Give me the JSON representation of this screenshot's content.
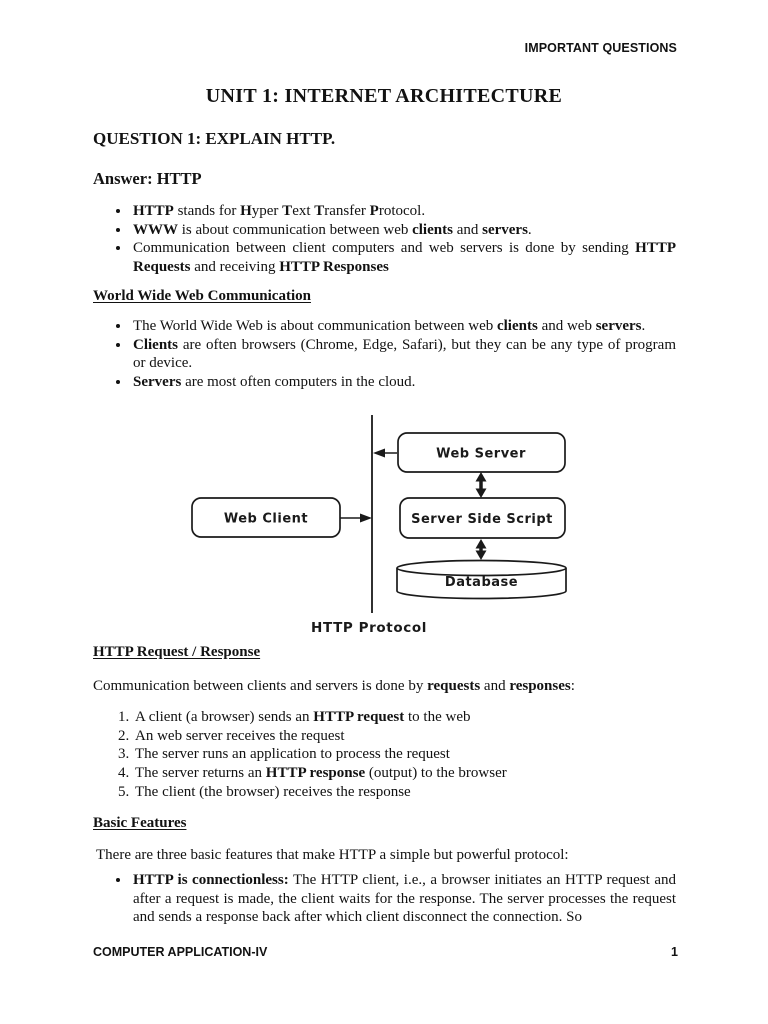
{
  "header": {
    "label": "IMPORTANT QUESTIONS"
  },
  "title": "UNIT 1: INTERNET ARCHITECTURE",
  "question_heading": "QUESTION 1: EXPLAIN HTTP.",
  "answer_heading": "Answer: HTTP",
  "intro_bullets": [
    {
      "segments": [
        {
          "text": "HTTP",
          "bold": true
        },
        {
          "text": " stands for ",
          "bold": false
        },
        {
          "text": "H",
          "bold": true
        },
        {
          "text": "yper ",
          "bold": false
        },
        {
          "text": "T",
          "bold": true
        },
        {
          "text": "ext ",
          "bold": false
        },
        {
          "text": "T",
          "bold": true
        },
        {
          "text": "ransfer ",
          "bold": false
        },
        {
          "text": "P",
          "bold": true
        },
        {
          "text": "rotocol.",
          "bold": false
        }
      ]
    },
    {
      "segments": [
        {
          "text": "WWW",
          "bold": true
        },
        {
          "text": " is about communication between web ",
          "bold": false
        },
        {
          "text": "clients",
          "bold": true
        },
        {
          "text": " and ",
          "bold": false
        },
        {
          "text": "servers",
          "bold": true
        },
        {
          "text": ".",
          "bold": false
        }
      ]
    },
    {
      "segments": [
        {
          "text": "Communication between client computers and web servers is done by sending ",
          "bold": false
        },
        {
          "text": "HTTP Requests",
          "bold": true
        },
        {
          "text": " and receiving ",
          "bold": false
        },
        {
          "text": "HTTP Responses",
          "bold": true
        }
      ]
    }
  ],
  "www_section": {
    "heading": "World Wide Web Communication",
    "bullets": [
      {
        "segments": [
          {
            "text": "The World Wide Web is about communication between web ",
            "bold": false
          },
          {
            "text": "clients",
            "bold": true
          },
          {
            "text": " and web ",
            "bold": false
          },
          {
            "text": "servers",
            "bold": true
          },
          {
            "text": ".",
            "bold": false
          }
        ]
      },
      {
        "segments": [
          {
            "text": "Clients",
            "bold": true
          },
          {
            "text": " are often browsers (Chrome, Edge, Safari), but they can be any type of program or device.",
            "bold": false
          }
        ]
      },
      {
        "segments": [
          {
            "text": "Servers",
            "bold": true
          },
          {
            "text": " are most often computers in the cloud.",
            "bold": false
          }
        ]
      }
    ]
  },
  "diagram": {
    "web_client_label": "Web Client",
    "web_server_label": "Web Server",
    "server_side_script_label": "Server Side Script",
    "database_label": "Database",
    "caption": "HTTP Protocol",
    "line_color": "#1a1a1a",
    "box_fill": "#ffffff"
  },
  "request_response_section": {
    "heading": "HTTP Request / Response",
    "intro": {
      "segments": [
        {
          "text": "Communication between clients and servers is done by ",
          "bold": false
        },
        {
          "text": "requests",
          "bold": true
        },
        {
          "text": " and ",
          "bold": false
        },
        {
          "text": "responses",
          "bold": true
        },
        {
          "text": ":",
          "bold": false
        }
      ]
    },
    "steps": [
      {
        "segments": [
          {
            "text": "A client (a browser) sends an ",
            "bold": false
          },
          {
            "text": "HTTP request",
            "bold": true
          },
          {
            "text": " to the web",
            "bold": false
          }
        ]
      },
      {
        "segments": [
          {
            "text": "An web server receives the request",
            "bold": false
          }
        ]
      },
      {
        "segments": [
          {
            "text": "The server runs an application to process the request",
            "bold": false
          }
        ]
      },
      {
        "segments": [
          {
            "text": "The server returns an ",
            "bold": false
          },
          {
            "text": "HTTP response",
            "bold": true
          },
          {
            "text": " (output) to the browser",
            "bold": false
          }
        ]
      },
      {
        "segments": [
          {
            "text": "The client (the browser) receives the response",
            "bold": false
          }
        ]
      }
    ]
  },
  "basic_features_section": {
    "heading": "Basic Features",
    "intro": "There are three basic features that make HTTP a simple but powerful protocol:",
    "bullets": [
      {
        "segments": [
          {
            "text": "HTTP is connectionless:",
            "bold": true
          },
          {
            "text": " The HTTP client, i.e., a browser initiates an HTTP request and after a request is made, the client waits for the response. The server processes the request and sends a response back after which client disconnect the connection. So",
            "bold": false
          }
        ]
      }
    ]
  },
  "footer": {
    "left": "COMPUTER APPLICATION-IV",
    "page_number": "1"
  }
}
